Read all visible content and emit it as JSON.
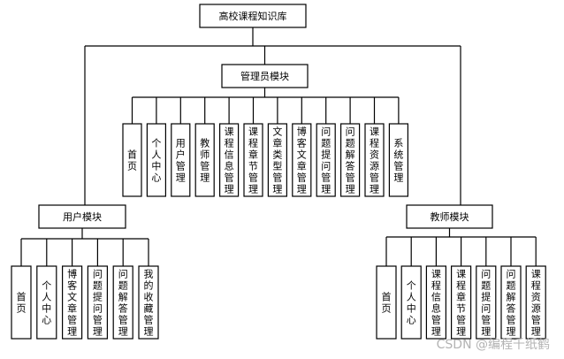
{
  "root": {
    "label": "高校课程知识库"
  },
  "modules": [
    {
      "key": "admin",
      "label": "管理员模块",
      "children": [
        "首页",
        "个人中心",
        "用户管理",
        "教师管理",
        "课程信息管理",
        "课程章节管理",
        "文章类型管理",
        "博客文章管理",
        "问题提问管理",
        "问题解答管理",
        "课程资源管理",
        "系统管理"
      ]
    },
    {
      "key": "user",
      "label": "用户模块",
      "children": [
        "首页",
        "个人中心",
        "博客文章管理",
        "问题提问管理",
        "问题解答管理",
        "我的收藏管理"
      ]
    },
    {
      "key": "teacher",
      "label": "教师模块",
      "children": [
        "首页",
        "个人中心",
        "课程信息管理",
        "课程章节管理",
        "问题提问管理",
        "问题解答管理",
        "课程资源管理"
      ]
    }
  ],
  "watermark": "CSDN @编程千纸鹤"
}
